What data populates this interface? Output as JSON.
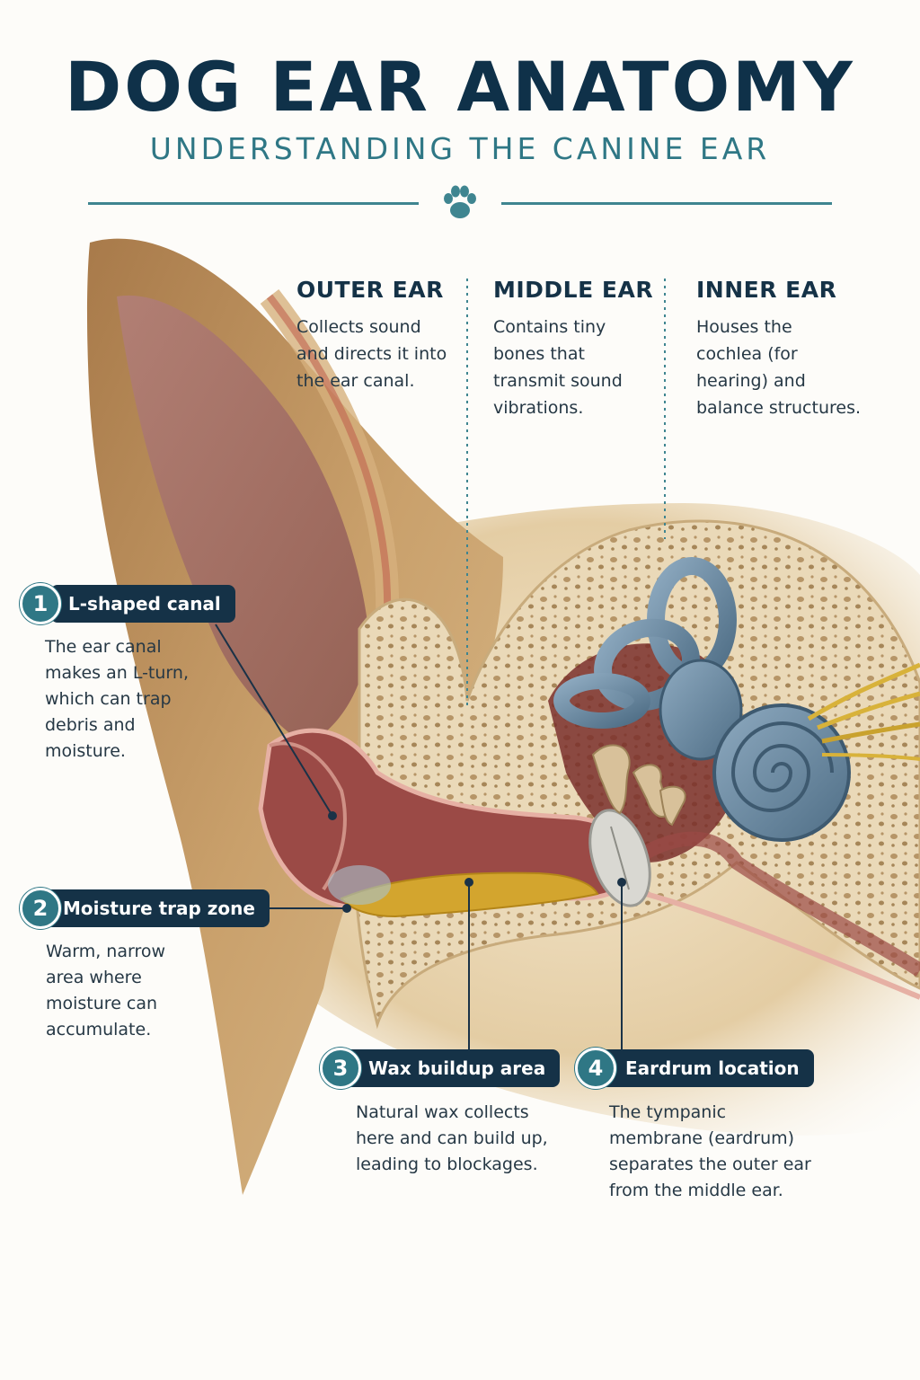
{
  "header": {
    "title": "DOG EAR ANATOMY",
    "subtitle": "UNDERSTANDING THE CANINE EAR"
  },
  "sections": [
    {
      "heading": "OUTER EAR",
      "text": "Collects sound and directs it into the ear canal."
    },
    {
      "heading": "MIDDLE EAR",
      "text": "Contains tiny bones that transmit sound vibrations."
    },
    {
      "heading": "INNER EAR",
      "text": "Houses the cochlea (for hearing) and balance structures."
    }
  ],
  "callouts": [
    {
      "number": "1",
      "label": "L-shaped canal",
      "text": "The ear canal makes an L-turn, which can trap debris and moisture."
    },
    {
      "number": "2",
      "label": "Moisture trap zone",
      "text": "Warm, narrow area where moisture can accumulate."
    },
    {
      "number": "3",
      "label": "Wax buildup area",
      "text": "Natural wax collects here and can build up, leading to blockages."
    },
    {
      "number": "4",
      "label": "Eardrum location",
      "text": "The tympanic membrane (eardrum) separates the outer ear from the middle ear."
    }
  ],
  "icons": {
    "divider": "paw-print-icon"
  },
  "colors": {
    "title": "#0f3149",
    "accent": "#2f7785",
    "label_bg": "#153247",
    "fur": "#c9a06b",
    "bone": "#ead9b8",
    "canal": "#a85a55",
    "cochlea": "#6f8da3",
    "wax": "#d3a52e"
  }
}
